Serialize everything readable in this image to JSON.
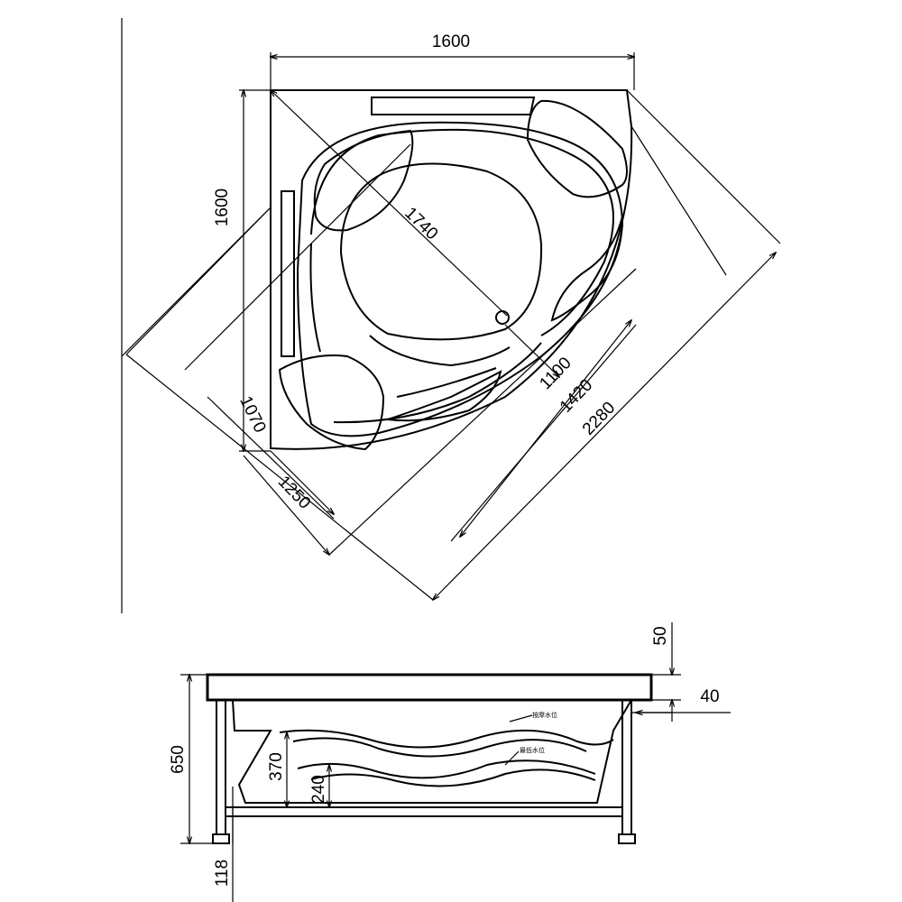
{
  "plan_view": {
    "dimensions": {
      "top_width": "1600",
      "left_height": "1600",
      "diagonal": "1740",
      "inner_bowl": "1100",
      "mid_width": "1420",
      "overall_width": "2280",
      "depth_side": "1070",
      "depth_front": "1250"
    }
  },
  "side_view": {
    "dimensions": {
      "rim_50": "50",
      "rim_40": "40",
      "total_height": "650",
      "water_high": "370",
      "water_low": "240",
      "leg_height": "118"
    },
    "notes": {
      "upper_water_level": "按摩水位",
      "lower_water_level": "最低水位"
    }
  },
  "colors": {
    "line": "#000000",
    "background": "#ffffff"
  }
}
